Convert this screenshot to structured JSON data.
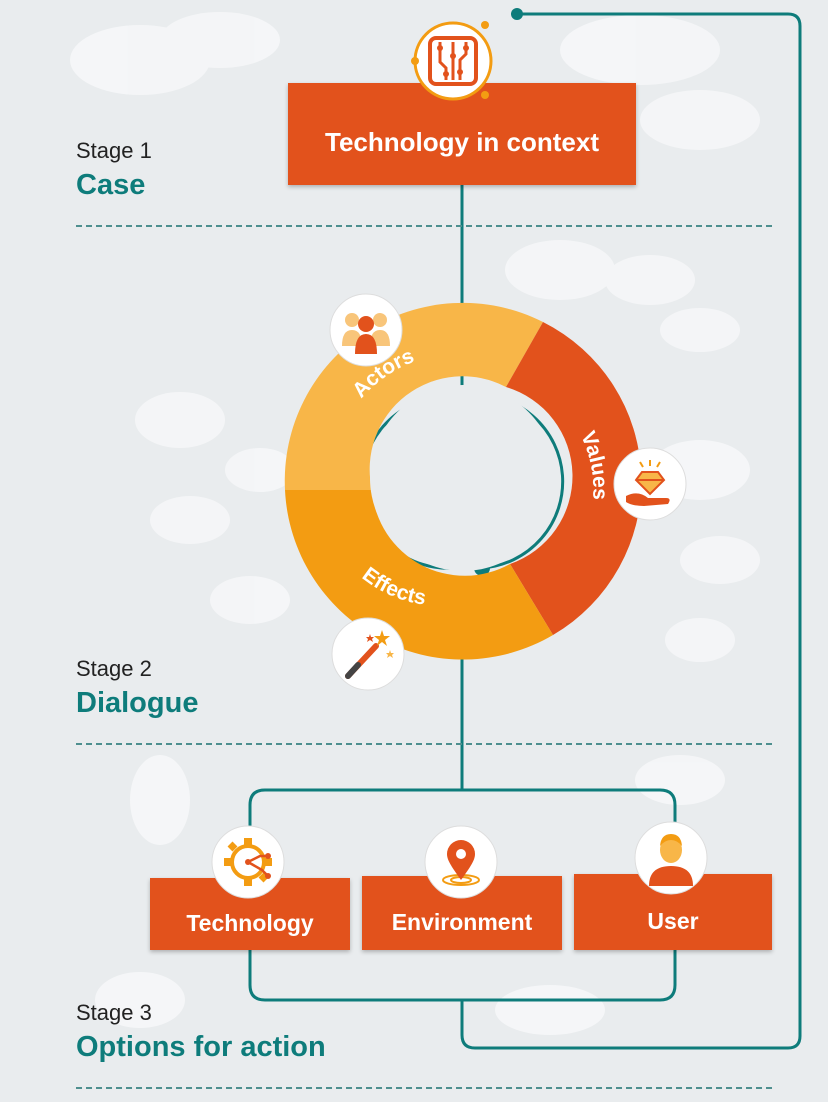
{
  "header": {
    "context_box_label": "Technology in context"
  },
  "stages": [
    {
      "label": "Stage 1",
      "title": "Case"
    },
    {
      "label": "Stage 2",
      "title": "Dialogue"
    },
    {
      "label": "Stage 3",
      "title": "Options for action"
    }
  ],
  "cycle": {
    "segments": [
      {
        "label": "Actors",
        "color": "#f8b648"
      },
      {
        "label": "Values",
        "color": "#e2521c"
      },
      {
        "label": "Effects",
        "color": "#f39c12"
      }
    ],
    "icons": [
      "people-icon",
      "diamond-hand-icon",
      "magic-wand-icon"
    ]
  },
  "options": [
    {
      "label": "Technology",
      "icon": "gear-circuit-icon"
    },
    {
      "label": "Environment",
      "icon": "location-pin-icon"
    },
    {
      "label": "User",
      "icon": "user-icon"
    }
  ],
  "colors": {
    "teal": "#0e7c7b",
    "orange_dark": "#e2521c",
    "orange_light": "#f8b648",
    "orange_mid": "#f39c12",
    "background": "#e9ecee"
  }
}
